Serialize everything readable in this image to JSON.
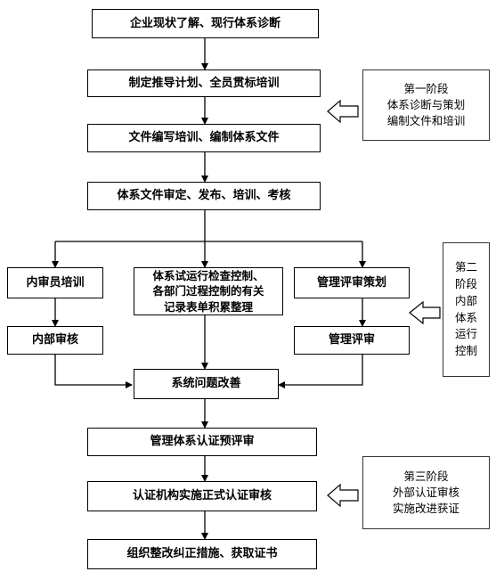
{
  "steps": {
    "s1": "企业现状了解、现行体系诊断",
    "s2": "制定推导计划、全员贯标培训",
    "s3": "文件编写培训、编制体系文件",
    "s4": "体系文件审定、发布、培训、考核",
    "left_top": "内审员培训",
    "left_bottom": "内部审核",
    "center": "体系试运行检查控制、\n各部门过程控制的有关\n记录表单积累整理",
    "right_top": "管理评审策划",
    "right_bottom": "管理评审",
    "s5": "系统问题改善",
    "s6": "管理体系认证预评审",
    "s7": "认证机构实施正式认证审核",
    "s8": "组织整改纠正措施、获取证书"
  },
  "phases": {
    "phase1": "第一阶段\n体系诊断与策划\n编制文件和培训",
    "phase2": "第二\n阶段\n内部\n体系\n运行\n控制",
    "phase3": "第三阶段\n外部认证审核\n实施改进获证"
  }
}
